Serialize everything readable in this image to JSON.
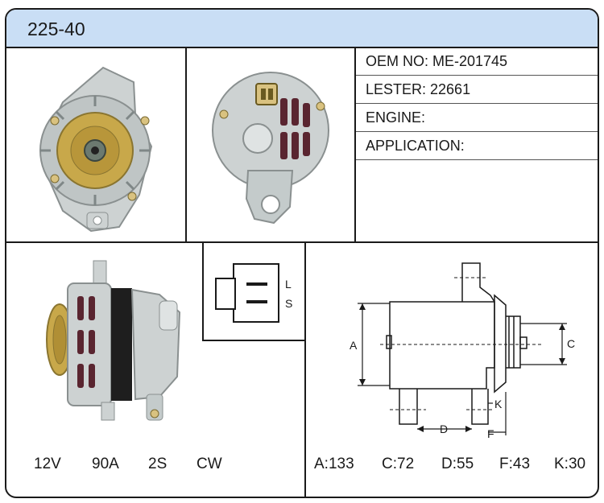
{
  "header": {
    "part_number": "225-40"
  },
  "info": {
    "oem": "OEM NO: ME-201745",
    "lester": "LESTER: 22661",
    "engine": "ENGINE:",
    "application": "APPLICATION:"
  },
  "connector": {
    "pin_top": "L",
    "pin_bottom": "S"
  },
  "specs": {
    "voltage": "12V",
    "amperage": "90A",
    "connector": "2S",
    "rotation": "CW"
  },
  "dimension_labels": {
    "a": "A",
    "c": "C",
    "d": "D",
    "f": "F",
    "k": "K"
  },
  "dimensions": {
    "a": "A:133",
    "c": "C:72",
    "d": "D:55",
    "f": "F:43",
    "k": "K:30"
  },
  "colors": {
    "header": "#c9def5",
    "border": "#1a1a1a",
    "pulley": "#c8a84a",
    "housing": "#cdd2d2"
  }
}
